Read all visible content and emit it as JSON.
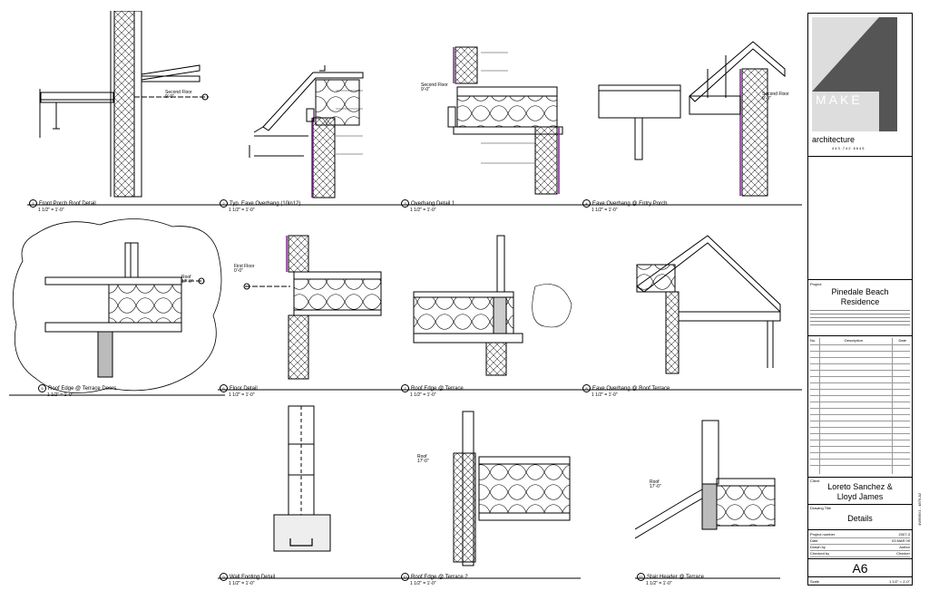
{
  "sheet": {
    "side_label": "4W9MIV1 - 4879-A2"
  },
  "details": [
    {
      "key": "d1",
      "caption": "Front Porch Roof Detail",
      "scale": "1 1/2\" = 1'-0\"",
      "level": "Second Floor",
      "level_elev": "9'-0\""
    },
    {
      "key": "d2",
      "caption": "Typ. Eave Overhang (10in12)",
      "scale": "1 1/2\" = 1'-0\"",
      "level": "",
      "level_elev": ""
    },
    {
      "key": "d3",
      "caption": "Overhang Detail 1",
      "scale": "1 1/2\" = 1'-0\"",
      "level": "Second Floor",
      "level_elev": "9'-0\""
    },
    {
      "key": "d4",
      "caption": "Eave Overhang @ Entry Porch",
      "scale": "1 1/2\" = 1'-0\"",
      "level": "Second Floor",
      "level_elev": "9'-0\""
    },
    {
      "key": "d5",
      "caption": "Roof Edge @ Terrace Doors",
      "scale": "1 1/2\" = 1'-0\"",
      "level": "Roof",
      "level_elev": "17'-0\""
    },
    {
      "key": "d6",
      "caption": "Floor Detail",
      "scale": "1 1/2\" = 1'-0\"",
      "level": "First Floor",
      "level_elev": "0'-0\""
    },
    {
      "key": "d7",
      "caption": "Roof Edge @ Terrace",
      "scale": "1 1/2\" = 1'-0\"",
      "level": "",
      "level_elev": ""
    },
    {
      "key": "d8",
      "caption": "Eave Overhang @ Roof Terrace",
      "scale": "1 1/2\" = 1'-0\"",
      "level": "",
      "level_elev": ""
    },
    {
      "key": "d9",
      "caption": "Wall Footing Detail",
      "scale": "1 1/2\" = 1'-0\"",
      "level": "",
      "level_elev": ""
    },
    {
      "key": "d10",
      "caption": "Roof Edge @ Terrace 2",
      "scale": "1 1/2\" = 1'-0\"",
      "level": "Roof",
      "level_elev": "17'-0\""
    },
    {
      "key": "d11",
      "caption": "Stair Header @ Terrace",
      "scale": "1 1/2\" = 1'-0\"",
      "level": "Roof",
      "level_elev": "17'-0\""
    }
  ],
  "title_block": {
    "firm_name": "architecture",
    "firm_phone": "443.742.6645",
    "logo_text": "MAKE",
    "project_label": "Project",
    "project_name_1": "Pinedale Beach",
    "project_name_2": "Residence",
    "revisions_header": {
      "no": "No.",
      "description": "Description",
      "date": "Date"
    },
    "client_label": "Client",
    "client_name_1": "Loreto Sanchez &",
    "client_name_2": "Lloyd James",
    "drawing_title_label": "Drawing Title",
    "drawing_title": "Details",
    "meta": [
      {
        "key": "Project number",
        "value": "2007-3"
      },
      {
        "key": "Date",
        "value": "03 MAR 09"
      },
      {
        "key": "Drawn by",
        "value": "Author"
      },
      {
        "key": "Checked by",
        "value": "Checker"
      }
    ],
    "sheet_number": "A6",
    "scale_label": "Scale",
    "scale_value": "1 1/2\" = 1'-0\""
  }
}
